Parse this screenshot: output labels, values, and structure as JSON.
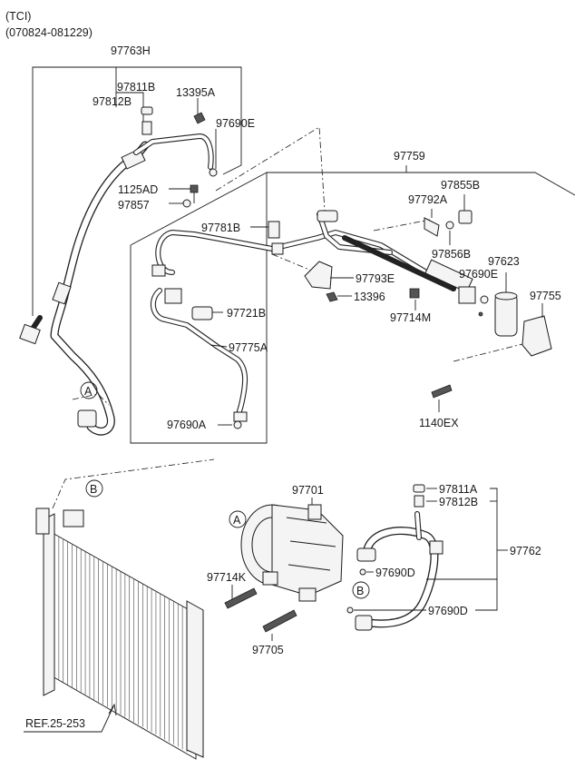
{
  "header": {
    "variant": "(TCI)",
    "date_range": "(070824-081229)"
  },
  "parts": {
    "p97763H": "97763H",
    "p97811B": "97811B",
    "p97812B": "97812B",
    "p13395A": "13395A",
    "p97690E_top": "97690E",
    "p97759": "97759",
    "p1125AD": "1125AD",
    "p97857": "97857",
    "p97781B": "97781B",
    "p97855B": "97855B",
    "p97792A": "97792A",
    "p97856B": "97856B",
    "p97623": "97623",
    "p97690E_mid": "97690E",
    "p97755": "97755",
    "p97793E": "97793E",
    "p13396": "13396",
    "p97714M": "97714M",
    "p97721B": "97721B",
    "p97775A": "97775A",
    "p97690A": "97690A",
    "p1140EX": "1140EX",
    "p97701": "97701",
    "p97811A": "97811A",
    "p97812B_low": "97812B",
    "p97762": "97762",
    "p97714K": "97714K",
    "p97690D_a": "97690D",
    "p97690D_b": "97690D",
    "p97705": "97705",
    "ref": "REF.25-253"
  },
  "callouts": {
    "a_top": "A",
    "a_low": "A",
    "b_top": "B",
    "b_low": "B"
  }
}
